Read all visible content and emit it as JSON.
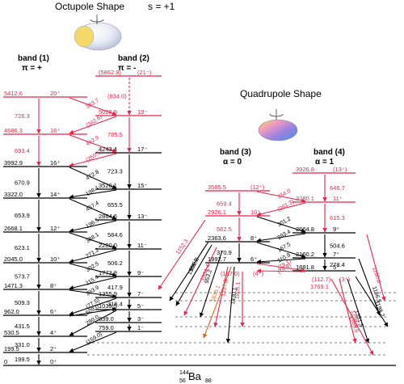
{
  "titles": {
    "octupole": "Octupole Shape",
    "octupole_s": "s = +1",
    "quadrupole": "Quadrupole Shape",
    "nucleus_A": "144",
    "nucleus_Z": "56",
    "nucleus_sym": "Ba",
    "nucleus_N": "88"
  },
  "bands": [
    {
      "name": "band (1)",
      "quantum": "π = +"
    },
    {
      "name": "band (2)",
      "quantum": "π = -"
    },
    {
      "name": "band (3)",
      "quantum": "α = 0"
    },
    {
      "name": "band (4)",
      "quantum": "α = 1"
    }
  ],
  "band1": {
    "levels": [
      {
        "energy": "5412.6",
        "spin": "20⁺",
        "color": "#e8254b"
      },
      {
        "energy": "4686.3",
        "spin": "18⁺",
        "color": "#e8254b"
      },
      {
        "energy": "3992.9",
        "spin": "16⁺",
        "color": "#000000"
      },
      {
        "energy": "3322.0",
        "spin": "14⁺",
        "color": "#000000"
      },
      {
        "energy": "2668.1",
        "spin": "12⁺",
        "color": "#000000"
      },
      {
        "energy": "2045.0",
        "spin": "10⁺",
        "color": "#000000"
      },
      {
        "energy": "1471.3",
        "spin": "8⁺",
        "color": "#000000"
      },
      {
        "energy": "962.0",
        "spin": "6⁺",
        "color": "#000000"
      },
      {
        "energy": "530.5",
        "spin": "4⁺",
        "color": "#000000"
      },
      {
        "energy": "199.5",
        "spin": "2⁺",
        "color": "#000000"
      },
      {
        "energy": "0",
        "spin": "0⁺",
        "color": "#000000"
      }
    ],
    "gammas": [
      "726.3",
      "693.4",
      "670.9",
      "653.9",
      "623.1",
      "573.7",
      "509.3",
      "431.5",
      "331.0",
      "199.5"
    ]
  },
  "band2": {
    "levels": [
      {
        "energy": "(5862.9)",
        "spin": "(21⁻)",
        "color": "#e8254b"
      },
      {
        "energy": "5028.9",
        "spin": "19⁻",
        "color": "#e8254b"
      },
      {
        "energy": "4243.4",
        "spin": "17⁻",
        "color": "#000000"
      },
      {
        "energy": "3520.1",
        "spin": "15⁻",
        "color": "#000000"
      },
      {
        "energy": "2864.6",
        "spin": "13⁻",
        "color": "#000000"
      },
      {
        "energy": "2280.0",
        "spin": "11⁻",
        "color": "#000000"
      },
      {
        "energy": "1773.8",
        "spin": "9⁻",
        "color": "#000000"
      },
      {
        "energy": "1355.9",
        "spin": "7⁻",
        "color": "#000000"
      },
      {
        "energy": "1039.5",
        "spin": "5⁻",
        "color": "#000000"
      },
      {
        "energy": "839.0",
        "spin": "3⁻",
        "color": "#000000"
      },
      {
        "energy": "759.0",
        "spin": "1⁻",
        "color": "#000000"
      }
    ],
    "gammas": [
      "(834.0)",
      "785.5",
      "723.3",
      "655.5",
      "584.6",
      "506.2",
      "417.9",
      "316.4"
    ]
  },
  "band3": {
    "levels": [
      {
        "energy": "3585.5",
        "spin": "(12⁺)",
        "color": "#e8254b"
      },
      {
        "energy": "2926.1",
        "spin": "10⁺",
        "color": "#e8254b"
      },
      {
        "energy": "2363.6",
        "spin": "8⁺",
        "color": "#000000"
      },
      {
        "energy": "1992.7",
        "spin": "6⁺",
        "color": "#000000"
      },
      {
        "energy": "(187.0)",
        "spin": "(4⁺)",
        "color": "#e8254b"
      }
    ],
    "gammas": [
      "659.4",
      "562.5",
      "370.9"
    ]
  },
  "band4": {
    "levels": [
      {
        "energy": "3926.8",
        "spin": "(13⁺)",
        "color": "#e8254b"
      },
      {
        "energy": "3280.1",
        "spin": "11⁺",
        "color": "#e8254b"
      },
      {
        "energy": "2664.8",
        "spin": "9⁺",
        "color": "#000000"
      },
      {
        "energy": "2160.2",
        "spin": "7⁺",
        "color": "#000000"
      },
      {
        "energy": "1881.8",
        "spin": "5⁺",
        "color": "#000000"
      },
      {
        "energy": "(112.7)",
        "spin": "(3⁺)",
        "color": "#e8254b"
      },
      {
        "energy": "1769.1",
        "spin": "",
        "color": "#e8254b"
      }
    ],
    "gammas": [
      "646.7",
      "615.3",
      "504.6",
      "278.4"
    ]
  },
  "crossover_1_2": [
    "383.7",
    "(342.6)",
    "442.9",
    "(250.5)",
    "472.8",
    "198.1",
    "457.4",
    "196.5",
    "388.1",
    "271.2",
    "302.5",
    "115.4",
    "393.9",
    "(77.5)",
    "509.0",
    "280.0",
    "(159.0)"
  ],
  "crossover_3_4": [
    "354.0",
    "(261.3)",
    "301.2",
    "293.4",
    "167.5",
    "110.9",
    "(76.8)",
    "(78.1)"
  ],
  "decay_labels": [
    "1152.3",
    "892.3",
    "1501.1",
    "1334.4",
    "953.2",
    "1237.3",
    "1630.1",
    "1430.1",
    "1160.8",
    "1186.5",
    "1805.1",
    "1198.2",
    "1351.5",
    "1238.8",
    "1569.6"
  ]
}
